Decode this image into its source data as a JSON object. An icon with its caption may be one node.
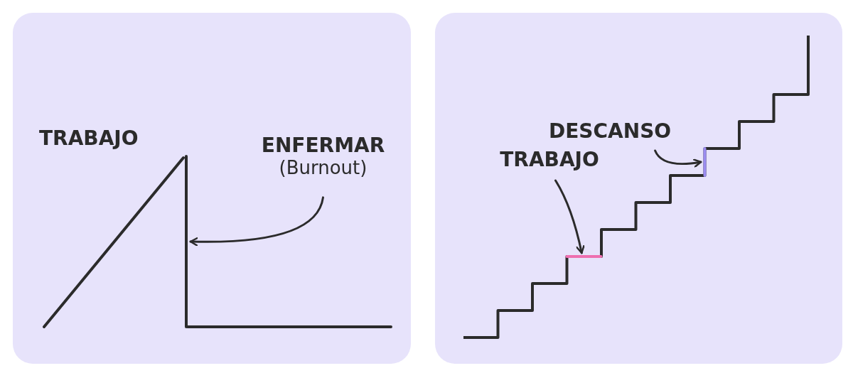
{
  "diagram": {
    "nodes": [
      {
        "text": [],
        "shape": "box"
      },
      {
        "text": [
          "ENFERMAR",
          "(Burnout)"
        ],
        "in": 0
      },
      {
        "text": [],
        "shape": "line",
        "in": 0
      },
      {
        "text": [],
        "shape": "box"
      },
      {
        "text": [
          "DESCANSO"
        ],
        "in": 3
      },
      {
        "text": [],
        "shape": "line",
        "in": 3
      },
      {
        "text": [
          "TRABAJO"
        ],
        "in": 3
      },
      {
        "text": [],
        "shape": "line",
        "in": 3
      }
    ],
    "edges": [
      {
        "from": 1,
        "to": 2,
        "arrow": "to"
      },
      {
        "from": 4,
        "to": 5,
        "arrow": "to"
      },
      {
        "from": 6,
        "to": 7,
        "arrow": "to"
      }
    ],
    "labels": [
      "TRABAJO"
    ]
  }
}
